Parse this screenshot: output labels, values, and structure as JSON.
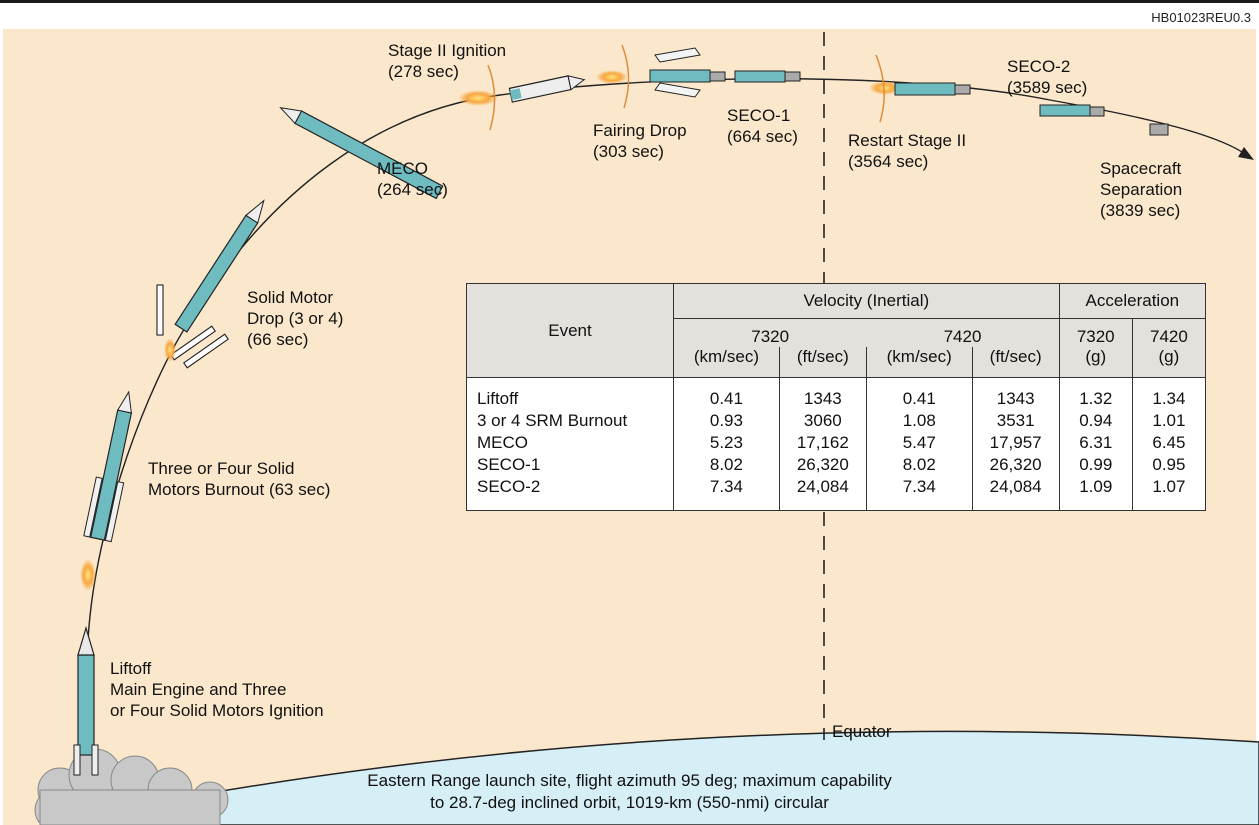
{
  "doc_id": "HB01023REU0.3",
  "events": {
    "stage2_ignition": [
      "Stage II Ignition",
      "(278 sec)"
    ],
    "meco": [
      "MECO",
      "(264 sec)"
    ],
    "fairing_drop": [
      "Fairing Drop",
      "(303 sec)"
    ],
    "seco1": [
      "SECO-1",
      "(664 sec)"
    ],
    "restart_stage2": [
      "Restart Stage II",
      "(3564 sec)"
    ],
    "seco2": [
      "SECO-2",
      "(3589 sec)"
    ],
    "spacecraft_separation": [
      "Spacecraft",
      "Separation",
      "(3839 sec)"
    ],
    "solid_motor_drop": [
      "Solid Motor",
      "Drop (3 or 4)",
      "(66 sec)"
    ],
    "solid_motor_burnout": [
      "Three or Four Solid",
      "Motors Burnout (63 sec)"
    ],
    "liftoff": [
      "Liftoff",
      "Main Engine and Three",
      "or Four Solid Motors Ignition"
    ]
  },
  "equator_label": "Equator",
  "earth_caption": [
    "Eastern Range launch site, flight azimuth 95 deg; maximum capability",
    "to 28.7-deg inclined orbit, 1019-km (550-nmi) circular"
  ],
  "table": {
    "event_header": "Event",
    "velocity_header": "Velocity (Inertial)",
    "acceleration_header": "Acceleration",
    "sub_headers": [
      "7320",
      "7420",
      "7320",
      "7420"
    ],
    "unit_headers": [
      "(km/sec)",
      "(ft/sec)",
      "(km/sec)",
      "(ft/sec)",
      "(g)",
      "(g)"
    ],
    "rows": [
      [
        "Liftoff",
        "0.41",
        "1343",
        "0.41",
        "1343",
        "1.32",
        "1.34"
      ],
      [
        "3 or 4 SRM Burnout",
        "0.93",
        "3060",
        "1.08",
        "3531",
        "0.94",
        "1.01"
      ],
      [
        "MECO",
        "5.23",
        "17,162",
        "5.47",
        "17,957",
        "6.31",
        "6.45"
      ],
      [
        "SECO-1",
        "8.02",
        "26,320",
        "8.02",
        "26,320",
        "0.99",
        "0.95"
      ],
      [
        "SECO-2",
        "7.34",
        "24,084",
        "7.34",
        "24,084",
        "1.09",
        "1.07"
      ]
    ]
  },
  "colors": {
    "background": "#fbe8cc",
    "rocket_body": "#6fbcc0",
    "earth": "#d6eef5",
    "flame": "#f39a3a"
  }
}
